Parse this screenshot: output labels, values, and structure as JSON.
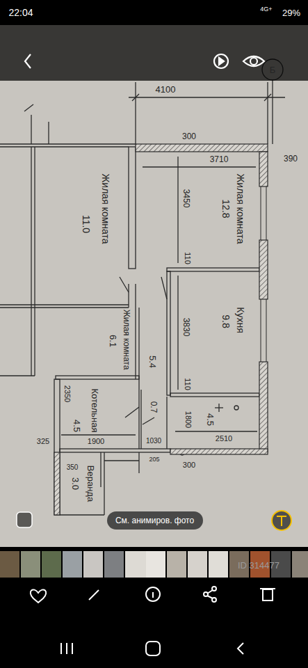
{
  "diagram": {
    "nodes": [
      {
        "text": [
          "Жилая комната",
          "11.0"
        ]
      },
      {
        "text": [
          "Жилая комната",
          "12.8"
        ]
      },
      {
        "text": [
          "Кухня",
          "9.8"
        ]
      },
      {
        "text": [
          "Жилая комната",
          "6.1"
        ]
      },
      {
        "text": [
          "5.4"
        ]
      },
      {
        "text": [
          "Котельная",
          "4.5"
        ]
      },
      {
        "text": [
          "0.7"
        ]
      },
      {
        "text": [
          "4.5"
        ]
      },
      {
        "text": [
          "Веранда",
          "3.0"
        ]
      },
      {
        "text": [
          "См. анимиров. фото"
        ]
      }
    ],
    "labels": [
      "22:04",
      "4G+",
      "29%",
      "4100",
      "Б",
      "300",
      "3710",
      "390",
      "3450",
      "110",
      "3830",
      "110",
      "2350",
      "1900",
      "325",
      "1030",
      "205",
      "1800",
      "2510",
      "300",
      "350",
      "ID 314477"
    ]
  }
}
